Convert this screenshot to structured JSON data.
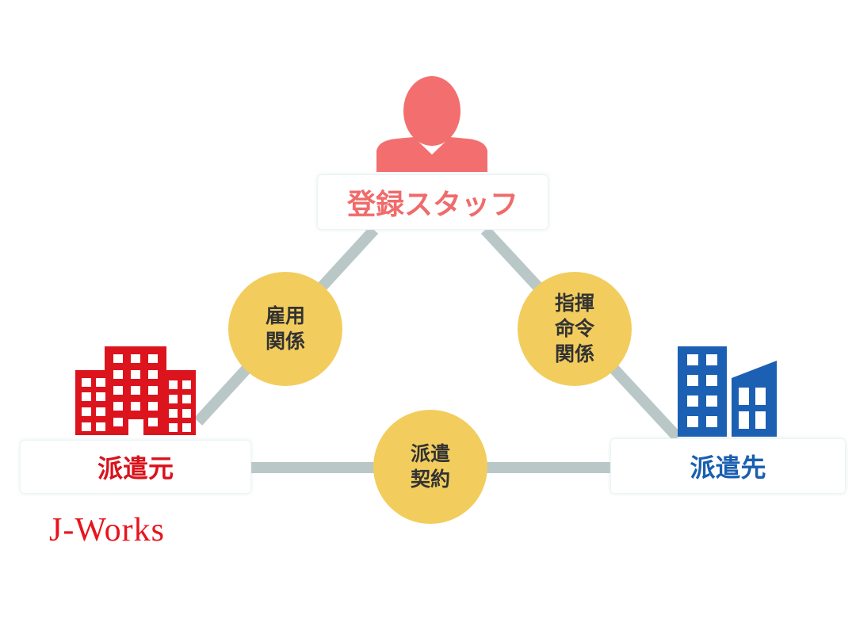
{
  "nodes": {
    "staff": {
      "label": "登録スタッフ",
      "color": "#f06b6b"
    },
    "dispatcher": {
      "label": "派遣元",
      "color": "#d9121b"
    },
    "client": {
      "label": "派遣先",
      "color": "#1a5fb0"
    }
  },
  "relations": {
    "employment": {
      "line1": "雇用",
      "line2": "関係"
    },
    "command": {
      "line1": "指揮",
      "line2": "命令",
      "line3": "関係"
    },
    "contract": {
      "line1": "派遣",
      "line2": "契約"
    }
  },
  "brand": "J-Works",
  "colors": {
    "line": "#b9c7c7",
    "circle": "#f2cd5e"
  }
}
